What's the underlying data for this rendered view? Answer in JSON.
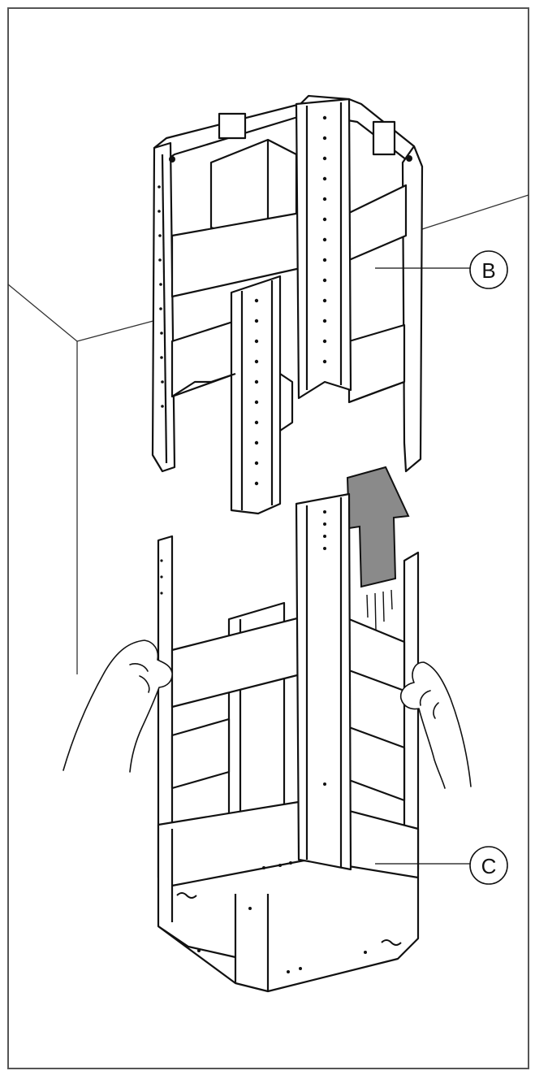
{
  "diagram": {
    "callouts": [
      {
        "id": "B",
        "label": "B"
      },
      {
        "id": "C",
        "label": "C"
      }
    ],
    "colors": {
      "line": "#111111",
      "arrow_fill": "#8a8a8a",
      "background": "#ffffff",
      "border": "#555555"
    },
    "icons": [
      "upward-arrow-icon",
      "left-hand-icon",
      "right-hand-icon"
    ]
  }
}
